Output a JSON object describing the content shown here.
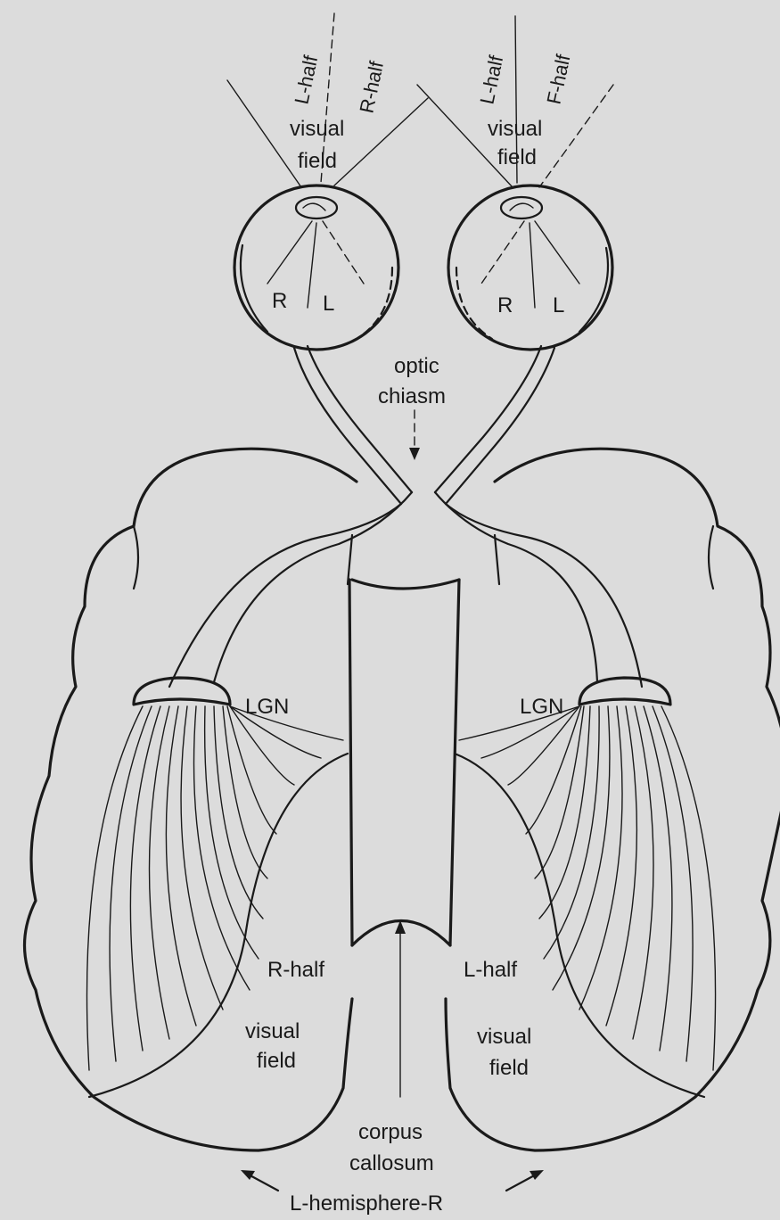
{
  "labels": {
    "left_eye_field_l": "L-half",
    "left_eye_field_r": "R-half",
    "right_eye_field_l": "L-half",
    "right_eye_field_r": "F-half",
    "visual_left_top": "visual",
    "field_left_top": "field",
    "visual_right_top": "visual",
    "field_right_top": "field",
    "retina_left_r": "R",
    "retina_left_l": "L",
    "retina_right_r": "R",
    "retina_right_l": "L",
    "optic": "optic",
    "chiasm": "chiasm",
    "lgn_left": "LGN",
    "lgn_right": "LGN",
    "r_half": "R-half",
    "visual_left_bottom": "visual",
    "field_left_bottom": "field",
    "l_half": "L-half",
    "visual_right_bottom": "visual",
    "field_right_bottom": "field",
    "corpus": "corpus",
    "callosum": "callosum",
    "hemispheres": "L-hemisphere-R"
  }
}
